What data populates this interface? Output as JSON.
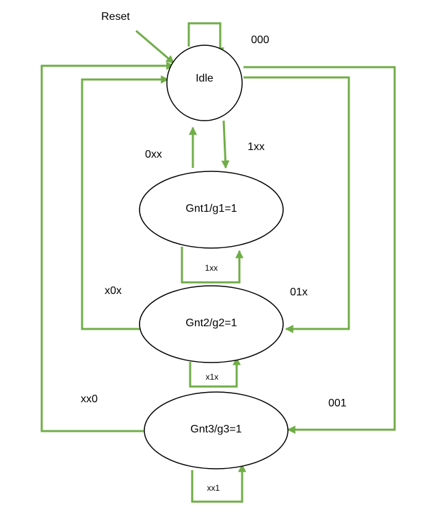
{
  "colors": {
    "edge": "#70ad47",
    "node_stroke": "#000000",
    "background": "#ffffff"
  },
  "reset_label": "Reset",
  "states": {
    "idle": "Idle",
    "gnt1": "Gnt1/g1=1",
    "gnt2": "Gnt2/g2=1",
    "gnt3": "Gnt3/g3=1"
  },
  "transitions": {
    "idle_self": "000",
    "idle_to_gnt1": "1xx",
    "gnt1_to_idle": "0xx",
    "gnt1_self": "1xx",
    "gnt2_to_idle": "x0x",
    "idle_to_gnt2": "01x",
    "gnt2_self": "x1x",
    "gnt3_to_idle": "xx0",
    "idle_to_gnt3": "001",
    "gnt3_self": "xx1"
  }
}
